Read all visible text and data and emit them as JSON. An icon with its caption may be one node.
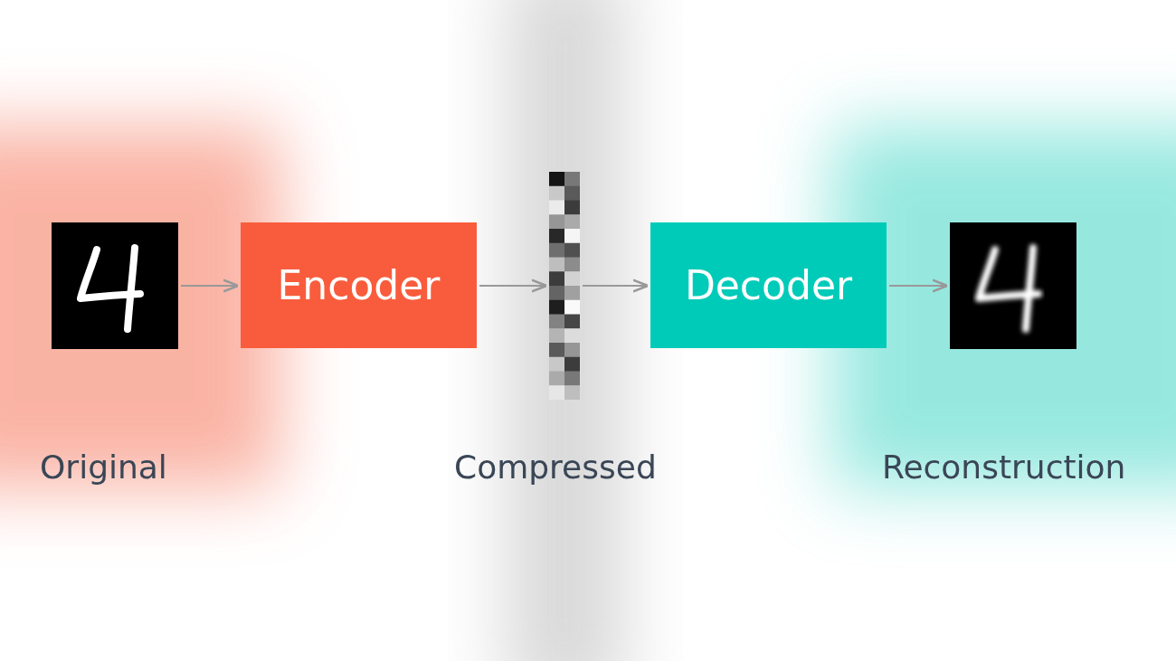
{
  "diagram": {
    "nodes": [
      {
        "text": [],
        "shape": "picture",
        "beside": [
          "Original"
        ]
      },
      {
        "text": [
          "Encoder"
        ]
      },
      {
        "text": [],
        "shape": "bar",
        "beside": [
          "Compressed"
        ]
      },
      {
        "text": [
          "Decoder"
        ]
      },
      {
        "text": [],
        "shape": "picture",
        "beside": [
          "Reconstruction"
        ]
      }
    ],
    "edges": [
      {
        "from": 0,
        "to": 1,
        "arrow": "to"
      },
      {
        "from": 1,
        "to": 2,
        "arrow": "to"
      },
      {
        "from": 2,
        "to": 3,
        "arrow": "to"
      },
      {
        "from": 3,
        "to": 4,
        "arrow": "to"
      }
    ]
  }
}
